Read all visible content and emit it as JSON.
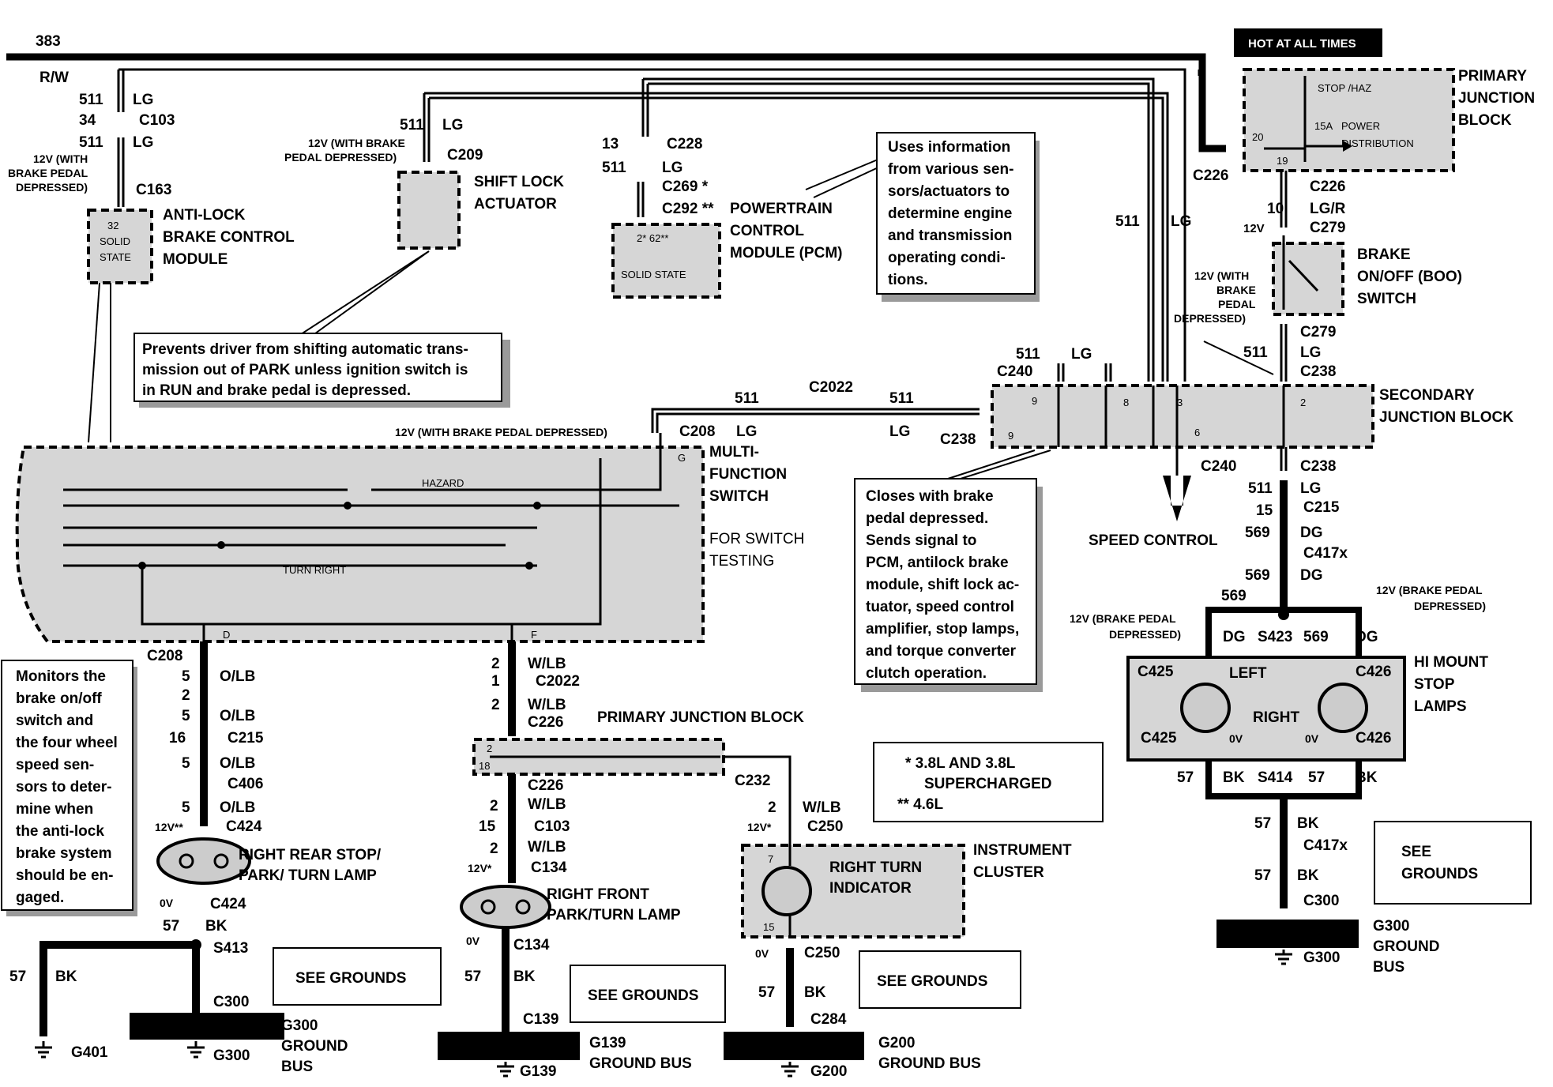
{
  "hot_label": "HOT AT ALL TIMES",
  "top_wire": {
    "circuit": "383",
    "color": "R/W"
  },
  "primary_jb": {
    "title": [
      "PRIMARY",
      "JUNCTION",
      "BLOCK"
    ],
    "fuse_stop": "STOP /HAZ",
    "fuse_amp": "15A",
    "power_dist": [
      "POWER",
      "DISTRIBUTION"
    ],
    "pin20": "20",
    "pin19": "19",
    "c226": "C226"
  },
  "boo": {
    "title": [
      "BRAKE",
      "ON/OFF (BOO)",
      "SWITCH"
    ],
    "c226": "C226",
    "circuit": "10",
    "color": "LG/R",
    "v12": "12V",
    "c279": "C279",
    "depressed": [
      "12V (WITH",
      "BRAKE",
      "PEDAL",
      "DEPRESSED)"
    ],
    "c279b": "C279",
    "c238": "C238",
    "c511": "511",
    "lg": "LG"
  },
  "abs": {
    "title": [
      "ANTI-LOCK",
      "BRAKE CONTROL",
      "MODULE"
    ],
    "pin": "32",
    "solid": [
      "SOLID",
      "STATE"
    ],
    "c511a": "511",
    "lg_a": "LG",
    "c34": "34",
    "c103": "C103",
    "c511b": "511",
    "lg_b": "LG",
    "depressed": [
      "12V (WITH",
      "BRAKE PEDAL",
      "DEPRESSED)"
    ],
    "c163": "C163"
  },
  "shift": {
    "title": [
      "SHIFT LOCK",
      "ACTUATOR"
    ],
    "c511": "511",
    "lg": "LG",
    "depressed": [
      "12V (WITH BRAKE",
      "PEDAL DEPRESSED)"
    ],
    "c209": "C209"
  },
  "pcm": {
    "title": [
      "POWERTRAIN",
      "CONTROL",
      "MODULE (PCM)"
    ],
    "c13": "13",
    "c228": "C228",
    "c511": "511",
    "lg": "LG",
    "c269": "C269 *",
    "c292": "C292 **",
    "pins": "2*  62**",
    "solid": "SOLID STATE"
  },
  "notes": {
    "pcm": [
      "Uses information",
      "from various sen-",
      "sors/actuators to",
      "determine engine",
      "and transmission",
      "operating condi-",
      "tions."
    ],
    "shift": [
      "Prevents driver from shifting automatic trans-",
      "mission out of PARK unless ignition switch is",
      "in RUN and brake pedal is depressed."
    ],
    "boo": [
      "Closes with brake",
      "pedal depressed.",
      "Sends signal to",
      "PCM, antilock brake",
      "module, shift lock ac-",
      "tuator, speed control",
      "amplifier, stop lamps,",
      "and torque converter",
      "clutch operation."
    ],
    "abs": [
      "Monitors the",
      "brake on/off",
      "switch and",
      "the four wheel",
      "speed sen-",
      "sors to deter-",
      "mine when",
      "the anti-lock",
      "brake system",
      "should be en-",
      "gaged."
    ]
  },
  "secondary_jb": {
    "title": [
      "SECONDARY",
      "JUNCTION BLOCK"
    ],
    "c240": "C240",
    "c511": "511",
    "lg": "LG",
    "c238": "C238",
    "c2022": "C2022",
    "w511a": "511",
    "w511b": "511",
    "wlg": "LG",
    "c240b": "C240",
    "speed": "SPEED CONTROL",
    "pin9": "9",
    "pin8": "8",
    "pin3": "3",
    "pin2": "2",
    "pin6": "6",
    "pin9b": "9",
    "wire511": "511",
    "wirelg": "LG"
  },
  "mfs": {
    "title": [
      "MULTI-",
      "FUNCTION",
      "SWITCH"
    ],
    "testing": [
      "FOR SWITCH",
      "TESTING"
    ],
    "depressed": "12V (WITH BRAKE PEDAL DEPRESSED)",
    "c208": "C208",
    "lg": "LG",
    "hazard": "HAZARD",
    "turn_right": "TURN RIGHT",
    "pin_g": "G",
    "pin_d": "D",
    "pin_f": "F"
  },
  "left_col": {
    "c208": "C208",
    "n5a": "5",
    "olb_a": "O/LB",
    "n2": "2",
    "n5b": "5",
    "olb_b": "O/LB",
    "n16": "16",
    "c215": "C215",
    "n5c": "5",
    "olb_c": "O/LB",
    "c406": "C406",
    "n5d": "5",
    "olb_d": "O/LB",
    "v12": "12V**",
    "c424": "C424",
    "lamp": [
      "RIGHT REAR STOP/",
      "PARK/ TURN LAMP"
    ],
    "v0": "0V",
    "c424b": "C424",
    "n57": "57",
    "bk": "BK",
    "s413": "S413",
    "n57b": "57",
    "bkb": "BK",
    "c300": "C300",
    "g401": "G401",
    "g300": "G300",
    "gbus": [
      "G300",
      "GROUND",
      "BUS"
    ],
    "see": "SEE GROUNDS"
  },
  "mid_col": {
    "n2a": "2",
    "wlb_a": "W/LB",
    "n1": "1",
    "c2022": "C2022",
    "n2b": "2",
    "wlb_b": "W/LB",
    "c226": "C226",
    "pjb": "PRIMARY JUNCTION BLOCK",
    "pin2": "2",
    "pin18": "18",
    "c226b": "C226",
    "n2c": "2",
    "wlb_c": "W/LB",
    "n15": "15",
    "c103": "C103",
    "n2d": "2",
    "wlb_d": "W/LB",
    "v12": "12V*",
    "c134": "C134",
    "lamp": [
      "RIGHT FRONT",
      "PARK/TURN LAMP"
    ],
    "v0": "0V",
    "c134b": "C134",
    "n57": "57",
    "bk": "BK",
    "c139": "C139",
    "g139": "G139",
    "gbus": [
      "G139",
      "GROUND BUS"
    ],
    "see": "SEE GROUNDS"
  },
  "cluster": {
    "c232": "C232",
    "n2": "2",
    "wlb": "W/LB",
    "v12": "12V*",
    "c250": "C250",
    "title": [
      "INSTRUMENT",
      "CLUSTER"
    ],
    "indicator": [
      "RIGHT TURN",
      "INDICATOR"
    ],
    "pin7": "7",
    "pin15": "15",
    "v0": "0V",
    "c250b": "C250",
    "n57": "57",
    "bk": "BK",
    "c284": "C284",
    "g200": "G200",
    "gbus": [
      "G200",
      "GROUND BUS"
    ],
    "see": "SEE GROUNDS"
  },
  "legend": {
    "line1": "*  3.8L AND 3.8L",
    "line2": "SUPERCHARGED",
    "line3": "**  4.6L"
  },
  "right_col": {
    "c240": "C240",
    "c238": "C238",
    "n511": "511",
    "lg": "LG",
    "n15": "15",
    "c215": "C215",
    "n569a": "569",
    "dg_a": "DG",
    "c417": "C417x",
    "n569b": "569",
    "dg_b": "DG",
    "n569c": "569",
    "dg_c": "DG",
    "s423": "S423",
    "n569d": "569",
    "dg_d": "DG",
    "dep_l": [
      "12V (BRAKE PEDAL",
      "DEPRESSED)"
    ],
    "dep_r": [
      "12V (BRAKE PEDAL",
      "DEPRESSED)"
    ],
    "c425": "C425",
    "left": "LEFT",
    "c426": "C426",
    "right": "RIGHT",
    "c425b": "C425",
    "v0a": "0V",
    "v0b": "0V",
    "c426b": "C426",
    "title": [
      "HI MOUNT",
      "STOP",
      "LAMPS"
    ],
    "n57a": "57",
    "bk_a": "BK",
    "s414": "S414",
    "n57b": "57",
    "bk_b": "BK",
    "n57c": "57",
    "bk_c": "BK",
    "n57d": "57",
    "bk_d": "BK",
    "c300": "C300",
    "gbus": [
      "G300",
      "GROUND",
      "BUS"
    ],
    "g300": "G300",
    "see": [
      "SEE",
      "GROUNDS"
    ]
  }
}
